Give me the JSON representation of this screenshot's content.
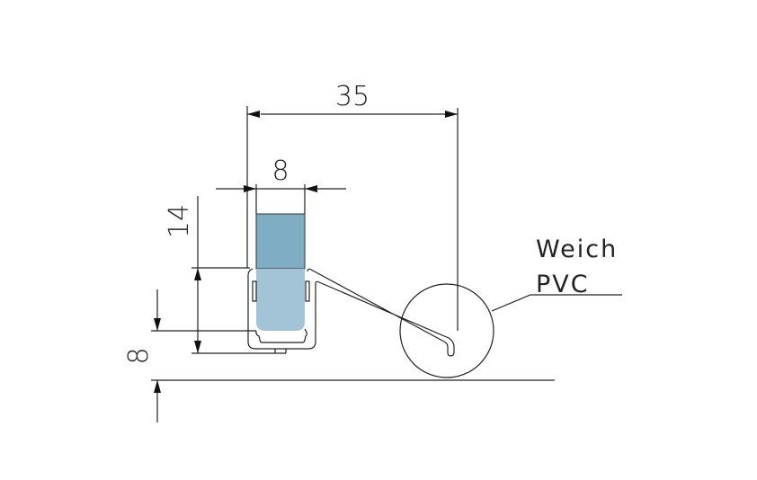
{
  "dimensions": {
    "overall_width": "35",
    "glass_thickness": "8",
    "insert_depth": "14",
    "floor_gap": "8"
  },
  "material_label": {
    "line1": "Weich",
    "line2": "PVC"
  },
  "colors": {
    "glass_upper": "#7fadc4",
    "glass_lower": "#a3c3d6",
    "line": "#222222"
  }
}
